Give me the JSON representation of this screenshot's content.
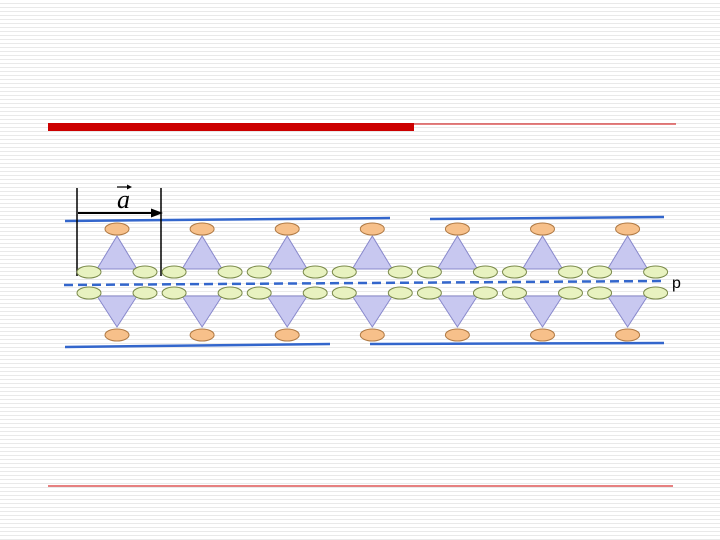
{
  "slide": {
    "header_bar_color": "#cc0000",
    "divider_color": "#cc0000",
    "blue_line_color": "#3366cc"
  },
  "diagram": {
    "vector_label": "a",
    "plane_label": "p",
    "colors": {
      "tetrahedron_fill": "#c8c8f0",
      "tetrahedron_stroke": "#8888cc",
      "apex_atom_fill": "#f7c08a",
      "apex_atom_stroke": "#b07a44",
      "base_atom_fill": "#e8f2c0",
      "base_atom_stroke": "#7a8a4a",
      "bond_line": "#3366cc",
      "mirror_plane": "#3366cc",
      "arrow": "#000000"
    },
    "units_per_row": 7,
    "icons": [
      "vector-arrow-icon",
      "tetrahedron-icon",
      "atom-icon"
    ]
  }
}
